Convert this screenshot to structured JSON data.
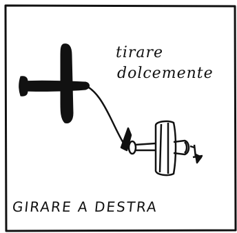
{
  "note": {
    "line1": "tirare",
    "line2": "dolcemente"
  },
  "caption": "GIRARE A DESTRA"
}
